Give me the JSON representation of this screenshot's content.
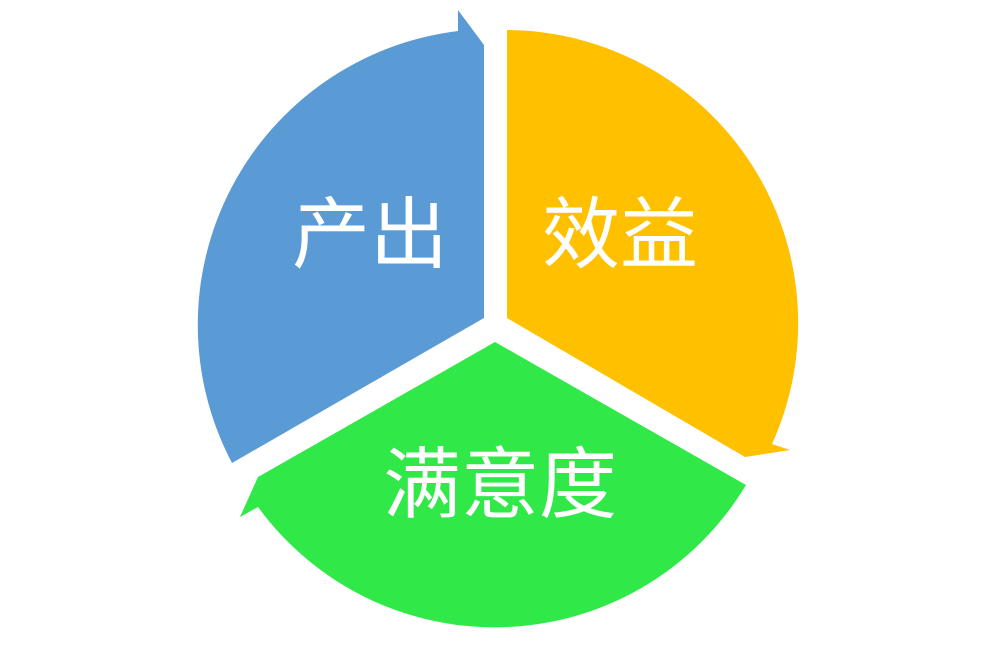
{
  "diagram": {
    "type": "cycle",
    "segments": [
      {
        "label": "产出",
        "color": "#5B9BD5"
      },
      {
        "label": "效益",
        "color": "#FFC000"
      },
      {
        "label": "满意度",
        "color": "#31E849"
      }
    ]
  }
}
